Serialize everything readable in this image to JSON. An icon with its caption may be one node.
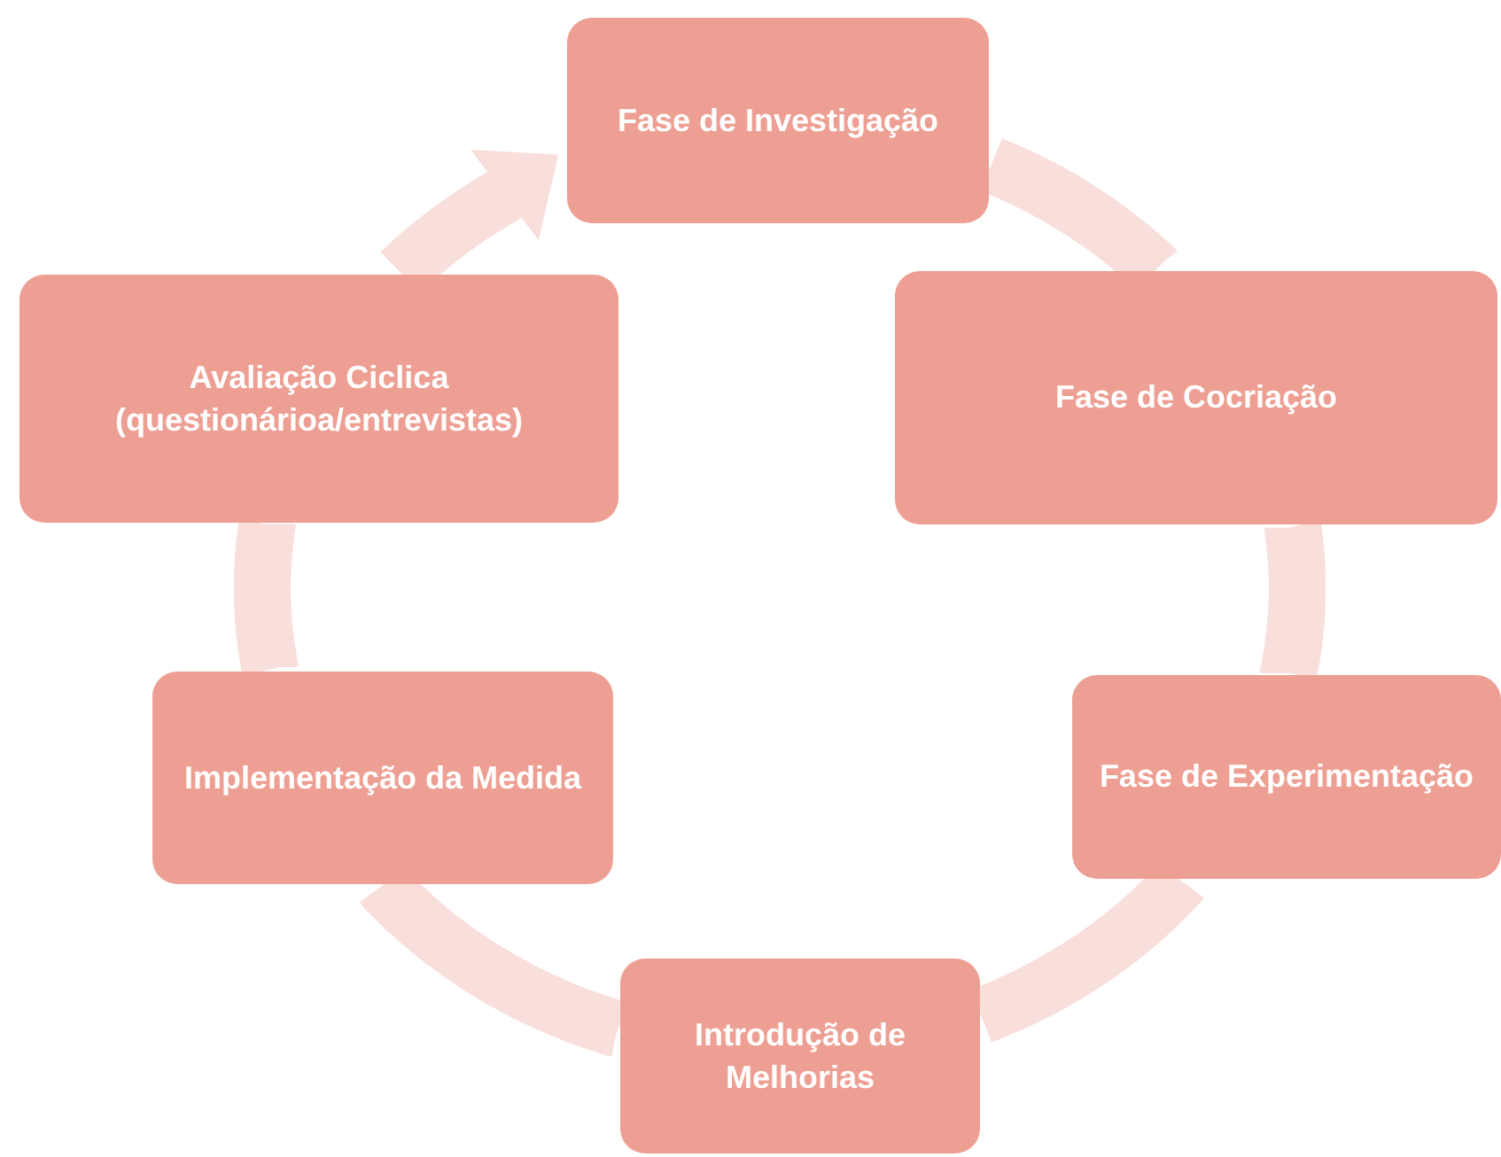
{
  "diagram": {
    "nodes": [
      {
        "text": [
          "Fase de Investigação"
        ]
      },
      {
        "text": [
          "Fase de Cocriação"
        ]
      },
      {
        "text": [
          "Fase de Experimentação"
        ]
      },
      {
        "text": [
          "Introdução de Melhorias"
        ]
      },
      {
        "text": [
          "Implementação da Medida"
        ]
      },
      {
        "text": [
          "Avaliação Ciclica (questionárioa/entrevistas)"
        ]
      }
    ],
    "edges": [
      {
        "from": 0,
        "to": 1,
        "arrow": "none"
      },
      {
        "from": 1,
        "to": 2,
        "arrow": "none"
      },
      {
        "from": 2,
        "to": 3,
        "arrow": "none"
      },
      {
        "from": 3,
        "to": 4,
        "arrow": "none"
      },
      {
        "from": 4,
        "to": 5,
        "arrow": "none"
      },
      {
        "from": 5,
        "to": 0,
        "arrow": "to"
      }
    ]
  }
}
